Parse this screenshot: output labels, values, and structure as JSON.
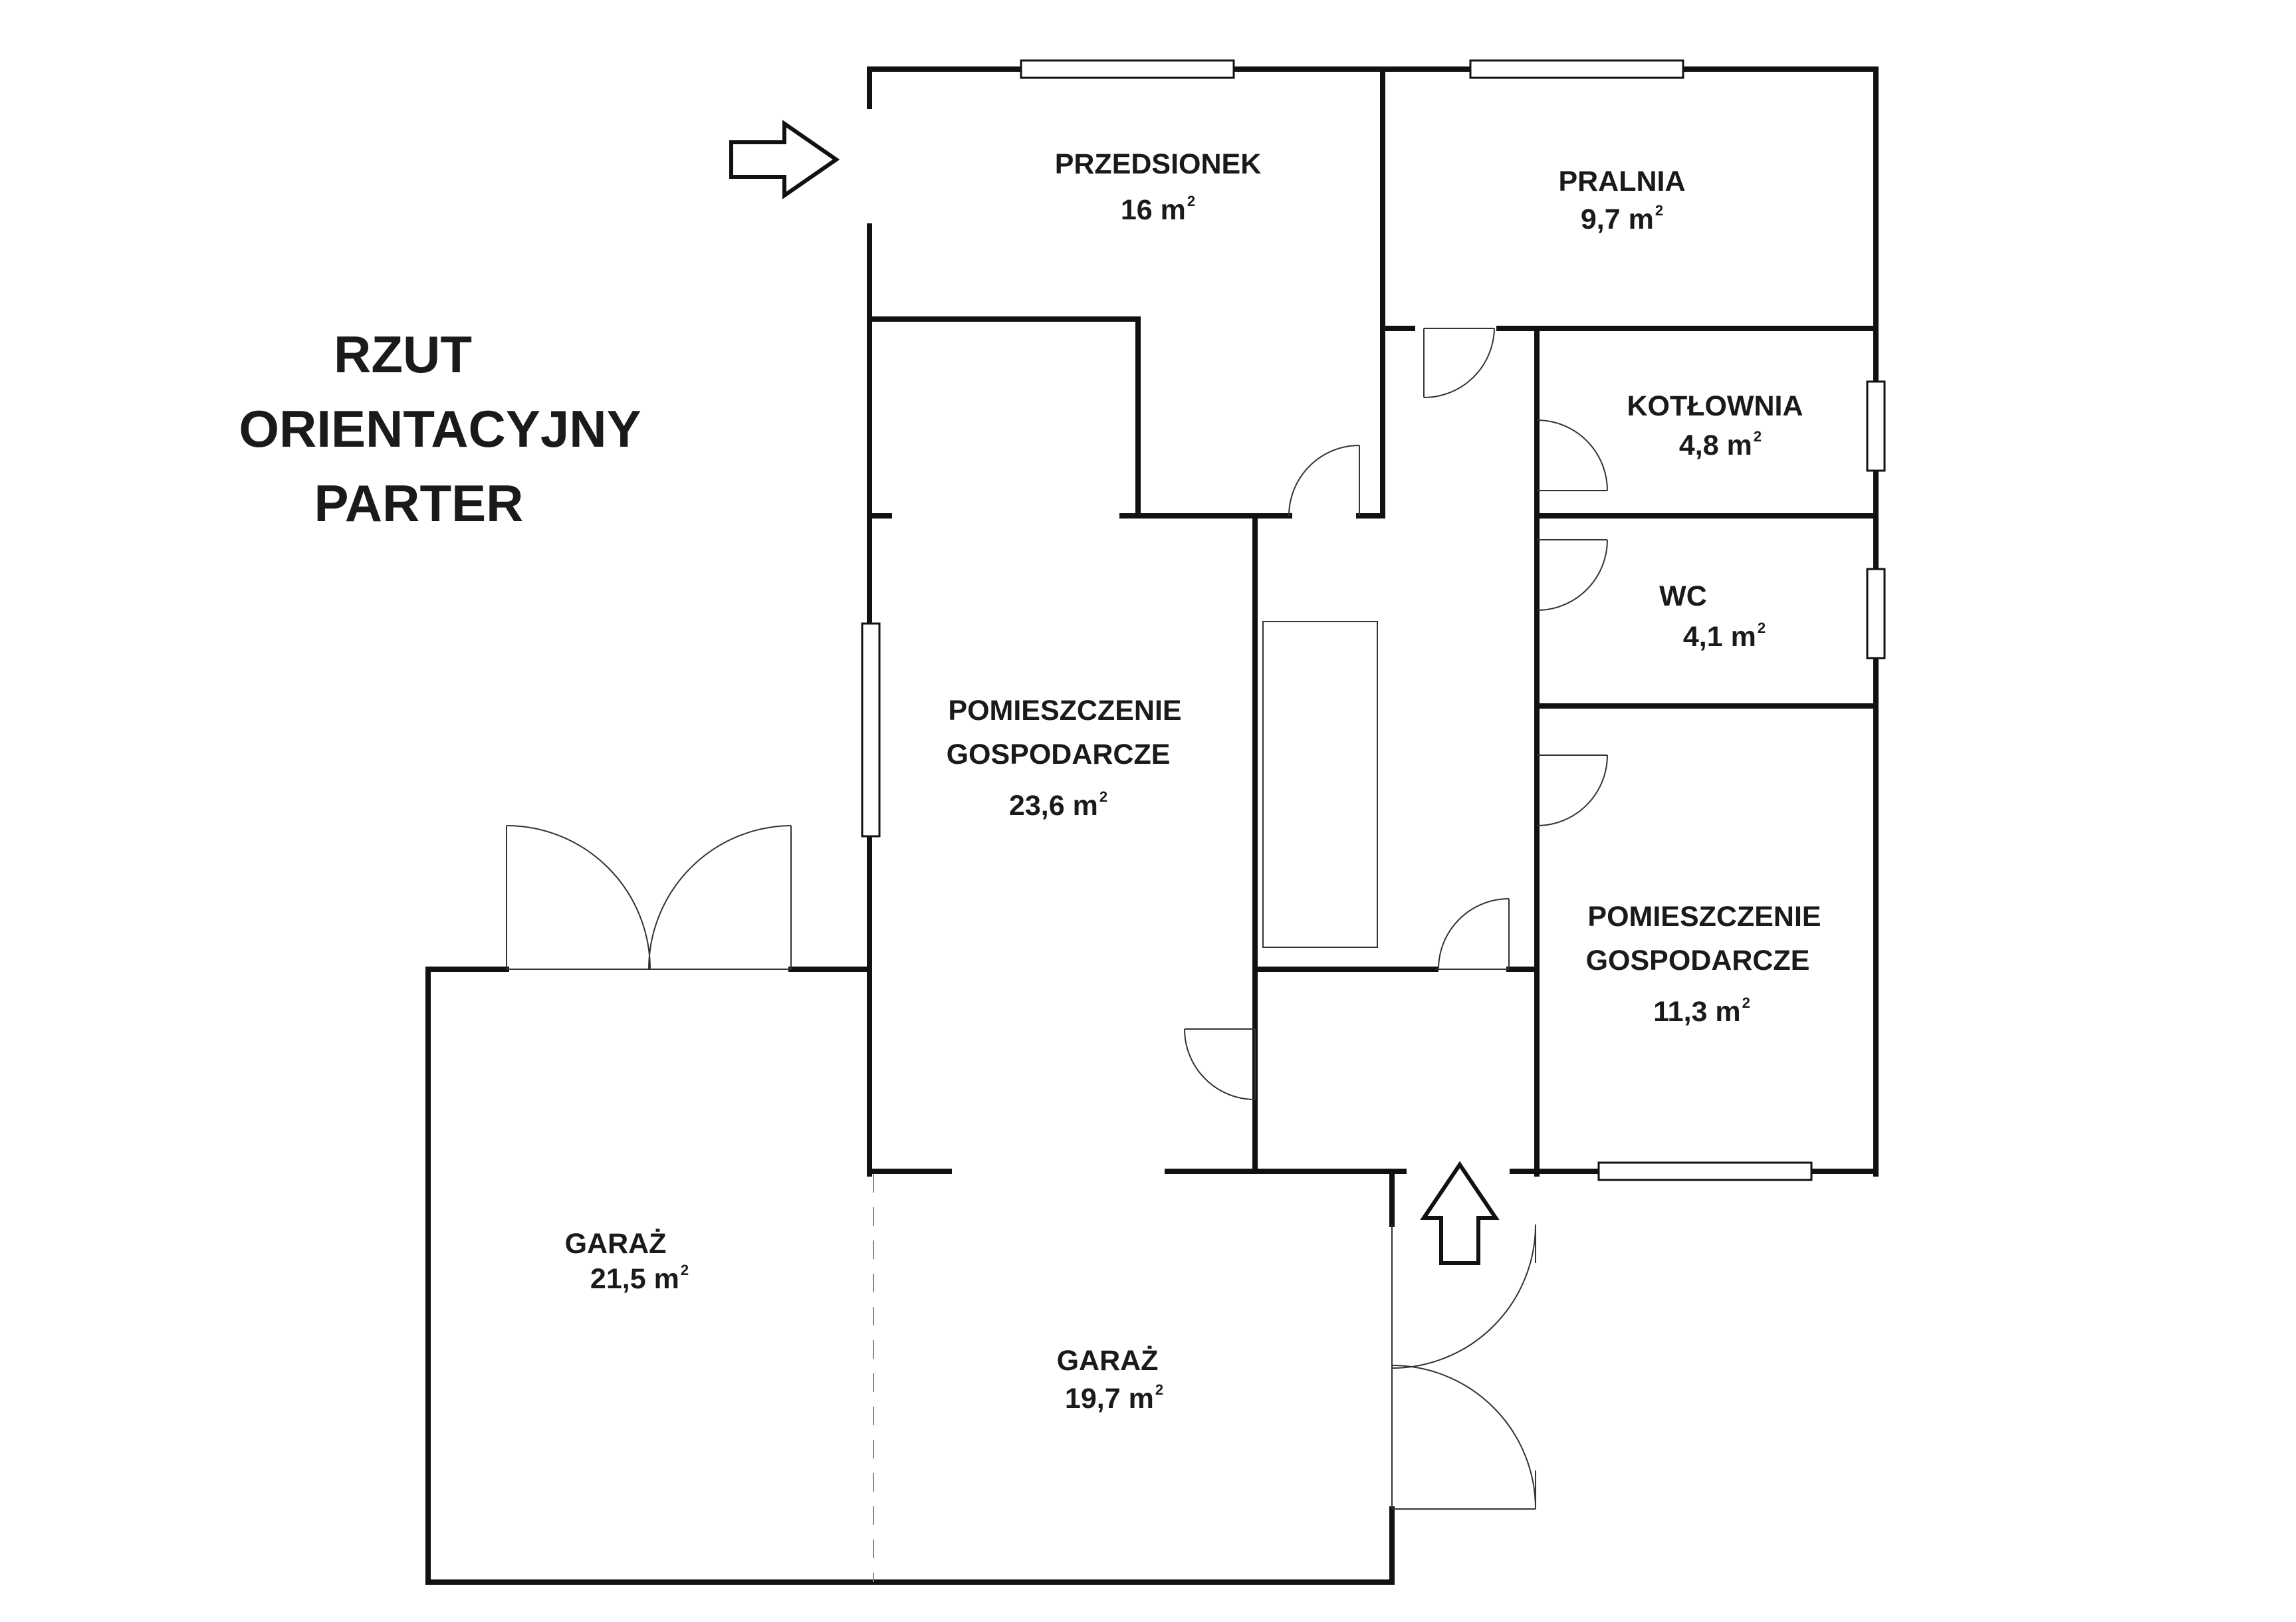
{
  "title": {
    "line1": "RZUT",
    "line2": "ORIENTACYJNY",
    "line3": "PARTER"
  },
  "unit": "m",
  "unit_exponent": "2",
  "rooms": [
    {
      "id": "przedsionek",
      "name_lines": [
        "PRZEDSIONEK"
      ],
      "area": "16"
    },
    {
      "id": "pralnia",
      "name_lines": [
        "PRALNIA"
      ],
      "area": "9,7"
    },
    {
      "id": "kotlownia",
      "name_lines": [
        "KOTŁOWNIA"
      ],
      "area": "4,8"
    },
    {
      "id": "wc",
      "name_lines": [
        "WC"
      ],
      "area": "4,1"
    },
    {
      "id": "pom-gosp-large",
      "name_lines": [
        "POMIESZCZENIE",
        "GOSPODARCZE"
      ],
      "area": "23,6"
    },
    {
      "id": "pom-gosp-small",
      "name_lines": [
        "POMIESZCZENIE",
        "GOSPODARCZE"
      ],
      "area": "11,3"
    },
    {
      "id": "garaz-left",
      "name_lines": [
        "GARAŻ"
      ],
      "area": "21,5"
    },
    {
      "id": "garaz-right",
      "name_lines": [
        "GARAŻ"
      ],
      "area": "19,7"
    }
  ]
}
